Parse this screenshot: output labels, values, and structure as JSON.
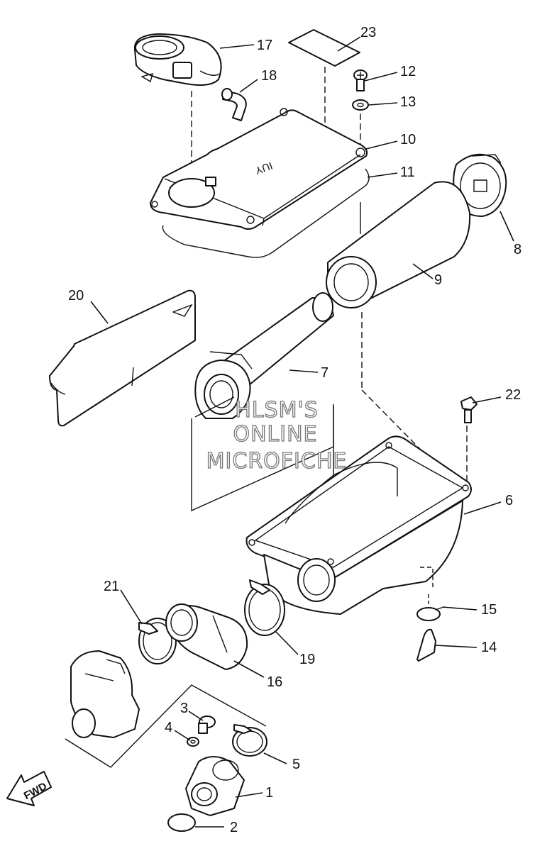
{
  "watermark": {
    "line1": "HLSM'S",
    "line2": "ONLINE",
    "line3": "MICROFICHE"
  },
  "direction_arrow": {
    "label": "FWD"
  },
  "housing_marking": "IUY",
  "callouts": {
    "c1": "1",
    "c2": "2",
    "c3": "3",
    "c4": "4",
    "c5": "5",
    "c6": "6",
    "c7": "7",
    "c8": "8",
    "c9": "9",
    "c10": "10",
    "c11": "11",
    "c12": "12",
    "c13": "13",
    "c14": "14",
    "c15": "15",
    "c16": "16",
    "c17": "17",
    "c18": "18",
    "c19": "19",
    "c20": "20",
    "c21": "21",
    "c22": "22",
    "c23": "23"
  }
}
